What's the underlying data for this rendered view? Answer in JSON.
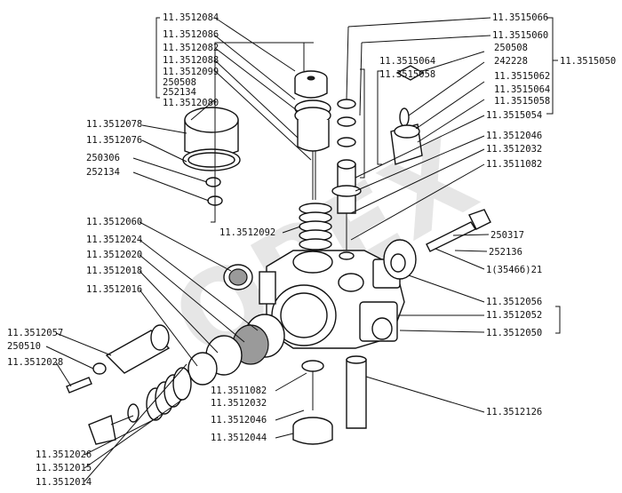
{
  "watermark": "ОРЕХ",
  "labels": {
    "l3512084": "11.3512084",
    "l3512086": "11.3512086",
    "l3512082": "11.3512082",
    "l3512088": "11.3512088",
    "l3512099": "11.3512099",
    "l250508a": "250508",
    "l252134a": "252134",
    "l3512080": "11.3512080",
    "l3512078": "11.3512078",
    "l3512076": "11.3512076",
    "l250306": "250306",
    "l252134b": "252134",
    "l3512092": "11.3512092",
    "l3512060": "11.3512060",
    "l3512024": "11.3512024",
    "l3512020": "11.3512020",
    "l3512018": "11.3512018",
    "l3512016": "11.3512016",
    "l3512057": "11.3512057",
    "l250510": "250510",
    "l3512028": "11.3512028",
    "l3512026": "11.3512026",
    "l3512015": "11.3512015",
    "l3512014": "11.3512014",
    "l3511082b": "11.3511082",
    "l3512032b": "11.3512032",
    "l3512046b": "11.3512046",
    "l3512044": "11.3512044",
    "l3512126": "11.3512126",
    "l3515066": "11.3515066",
    "l3515060": "11.3515060",
    "l250508b": "250508",
    "l242228": "242228",
    "l3515064": "11.3515064",
    "l3515058": "11.3515058",
    "l3515062": "11.3515062",
    "l3515064b": "11.3515064",
    "l3515058b": "11.3515058",
    "l3515054": "11.3515054",
    "l3515050": "11.3515050",
    "l3512046a": "11.3512046",
    "l3512032a": "11.3512032",
    "l3511082a": "11.3511082",
    "l250317": "250317",
    "l252136": "252136",
    "l3546621": "1(3546б)21",
    "l3512056": "11.3512056",
    "l3512052": "11.3512052",
    "l3512050": "11.3512050"
  }
}
